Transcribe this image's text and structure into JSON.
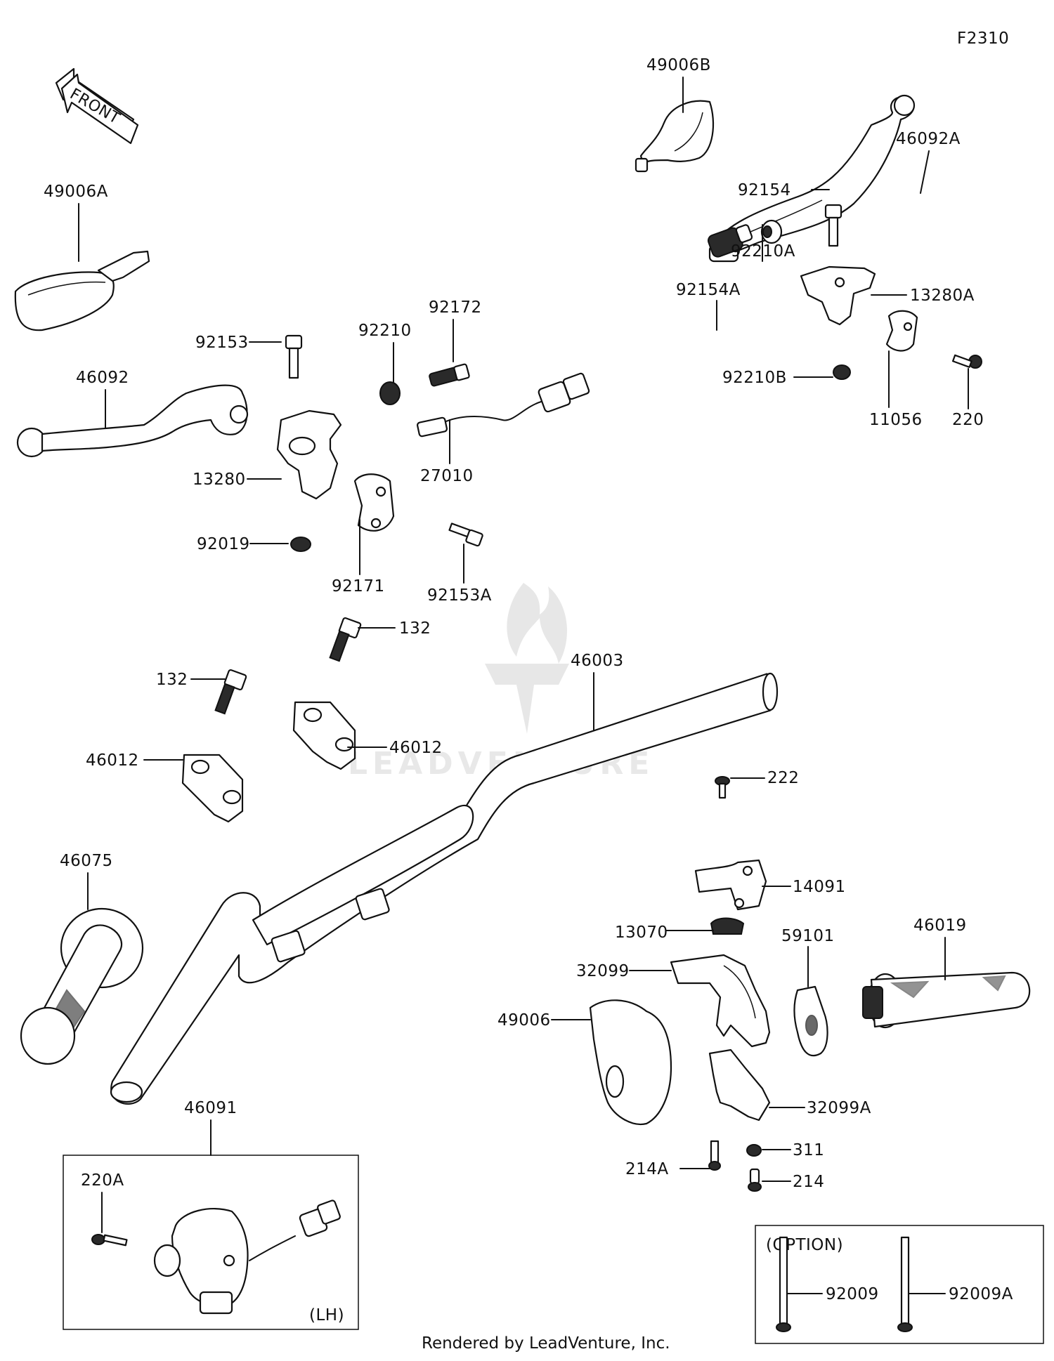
{
  "diagram_code": "F2310",
  "front_label": "FRONT",
  "footer": "Rendered by LeadVenture, Inc.",
  "watermark": "LEADVENTURE",
  "option_box_title": "(OPTION)",
  "lh_label": "(LH)",
  "callouts": [
    "49006B",
    "46092A",
    "92154",
    "92210A",
    "13280A",
    "92154A",
    "92210B",
    "11056",
    "220",
    "49006A",
    "92153",
    "92210",
    "92172",
    "46092",
    "13280",
    "27010",
    "92019",
    "92171",
    "92153A",
    "132",
    "132",
    "46012",
    "46012",
    "46003",
    "222",
    "14091",
    "46075",
    "13070",
    "59101",
    "46019",
    "32099",
    "49006",
    "32099A",
    "311",
    "214A",
    "214",
    "46091",
    "220A",
    "92009",
    "92009A"
  ]
}
